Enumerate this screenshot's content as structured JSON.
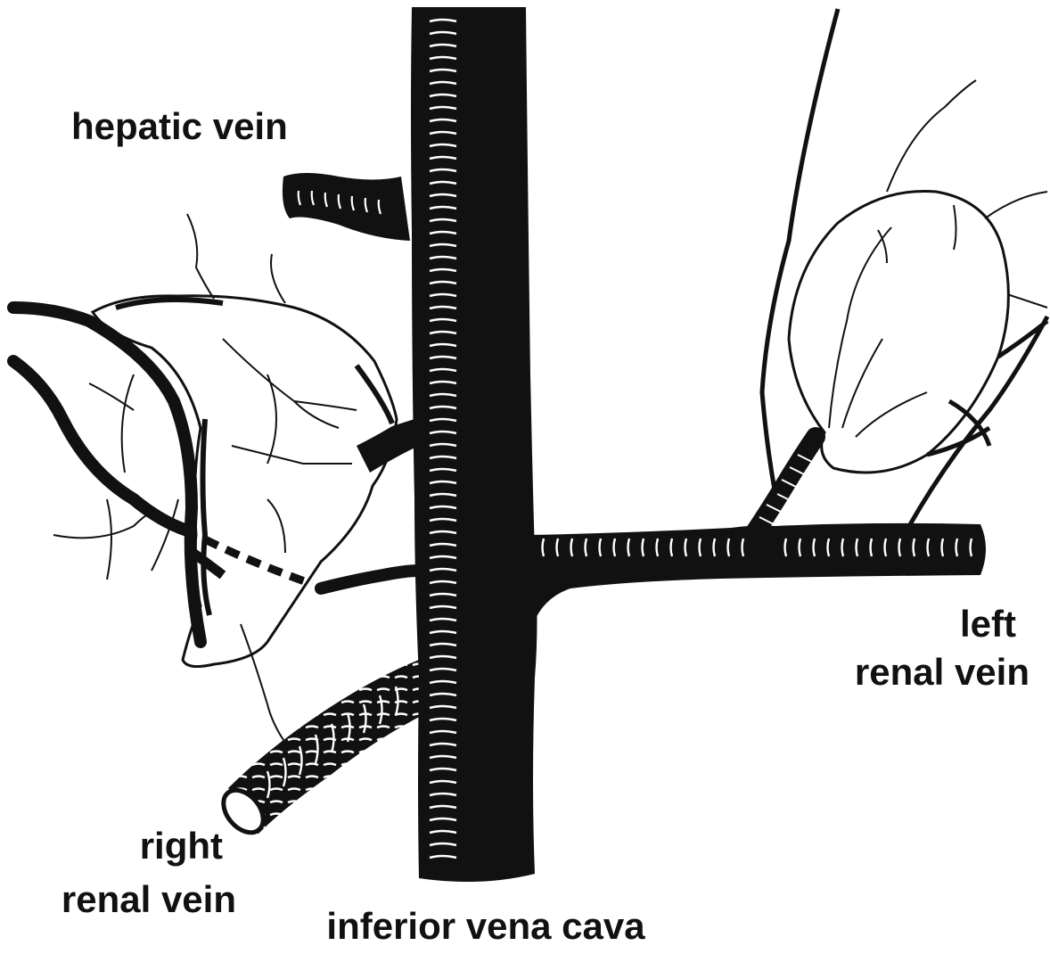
{
  "labels": {
    "hepatic_vein": "hepatic vein",
    "left_renal_vein_line1": "left",
    "left_renal_vein_line2": "renal vein",
    "right_renal_vein_line1": "right",
    "right_renal_vein_line2": "renal vein",
    "inferior_vena_cava": "inferior vena cava"
  },
  "colors": {
    "ink": "#111111",
    "paper": "#ffffff"
  }
}
